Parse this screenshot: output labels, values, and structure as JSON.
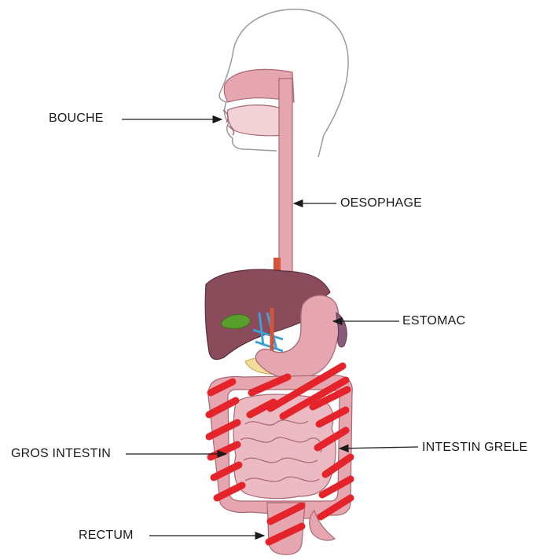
{
  "labels": {
    "bouche": "BOUCHE",
    "oesophage": "OESOPHAGE",
    "estomac": "ESTOMAC",
    "gros_intestin": "GROS INTESTIN",
    "intestin_grele": "INTESTIN GRELE",
    "rectum": "RECTUM"
  },
  "colors": {
    "organ_pink": "#e6a6b0",
    "organ_outline": "#a86872",
    "liver": "#8a4b5a",
    "gallbladder": "#5a9e2e",
    "strike_red": "#e5232b",
    "head_outline": "#9a9a9a"
  }
}
